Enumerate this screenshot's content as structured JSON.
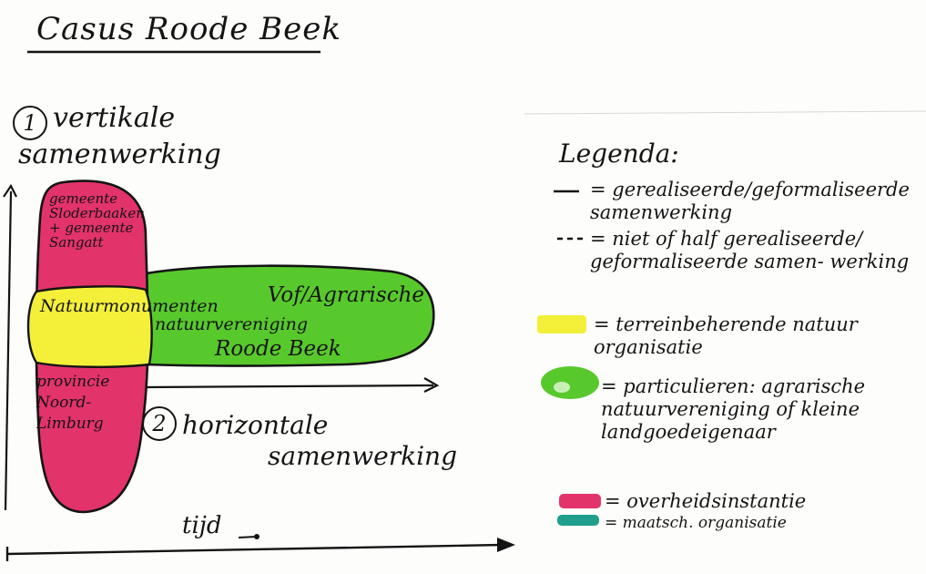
{
  "title": "Casus Roode Beek",
  "vertical": {
    "number": "1",
    "line1": "vertikale",
    "line2": "samenwerking"
  },
  "horizontal": {
    "number": "2",
    "line1": "horizontale",
    "line2": "samenwerking"
  },
  "time_axis": {
    "label": "tijd"
  },
  "shapes": {
    "government_top": "gemeente Sloderbaaken + gemeente Sangatt",
    "nature_org": "Natuurmonumenten",
    "vof": "Vof/Agrarische",
    "natuurvereniging": "natuurvereniging",
    "roode_beek": "Roode Beek",
    "province": "provincie Noord-Limburg"
  },
  "legend": {
    "title": "Legenda:",
    "items": [
      {
        "symbol": "solid-line",
        "text": "= gerealiseerde/geformaliseerde samenwerking"
      },
      {
        "symbol": "dashed-line",
        "text": "= niet of half gerealiseerde/ geformaliseerde samen- werking"
      },
      {
        "symbol": "yellow-swatch",
        "text": "= terreinbeherende natuur organisatie"
      },
      {
        "symbol": "green-swatch",
        "text": "= particulieren: agrarische natuurvereniging of kleine landgoedeigenaar"
      },
      {
        "symbol": "red-swatch",
        "text": "= overheidsinstantie"
      },
      {
        "symbol": "teal-swatch",
        "text": "= maatsch. organisatie"
      }
    ]
  },
  "colors": {
    "government": "#e2336b",
    "nature_org": "#f4f03a",
    "private": "#58c92c",
    "societal": "#1f9e8c",
    "ink": "#141414"
  }
}
